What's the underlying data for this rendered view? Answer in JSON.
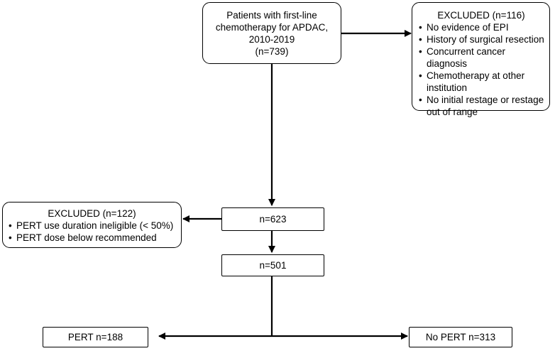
{
  "start_box": {
    "lines": [
      "Patients with first-line",
      "chemotherapy for APDAC,",
      "2010-2019",
      "(n=739)"
    ]
  },
  "excluded_top": {
    "title": "EXCLUDED (n=116)",
    "items": [
      "No evidence of EPI",
      "History of surgical resection",
      "Concurrent cancer diagnosis",
      "Chemotherapy at other institution",
      "No initial restage or restage out of range"
    ]
  },
  "excluded_left": {
    "title": "EXCLUDED (n=122)",
    "items": [
      "PERT use duration ineligible (< 50%)",
      "PERT dose below recommended"
    ]
  },
  "mid_box_1": {
    "label": "n=623"
  },
  "mid_box_2": {
    "label": "n=501"
  },
  "pert_box": {
    "label": "PERT n=188"
  },
  "no_pert_box": {
    "label": "No PERT n=313"
  }
}
